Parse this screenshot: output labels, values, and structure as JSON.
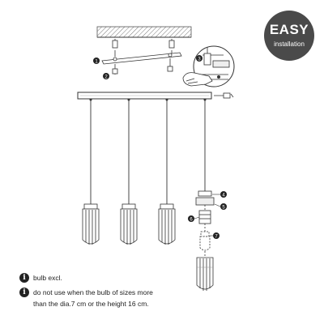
{
  "badge": {
    "title": "EASY",
    "subtitle": "installation",
    "color": "#4a4a4a"
  },
  "notes": {
    "icon_glyph": "i",
    "bulb_note": "bulb excl.",
    "size_note_line1": "do not use when the bulb of sizes more",
    "size_note_line2": "than the dia.7 cm or the height 16 cm."
  },
  "callouts": {
    "c1": "1",
    "c2": "2",
    "c3": "3",
    "c4": "4",
    "c5": "5",
    "c6": "6",
    "c7": "7"
  },
  "pendant_count": 4
}
